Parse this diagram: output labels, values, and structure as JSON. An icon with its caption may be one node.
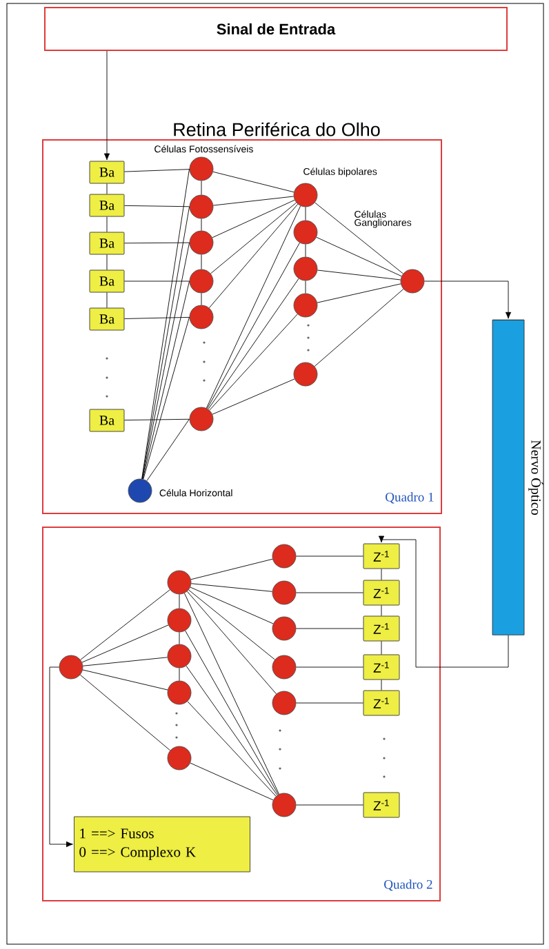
{
  "diagram": {
    "nodes": [
      {
        "text": [
          "Sinal de Entrada"
        ]
      },
      {
        "text": [
          "Retina Periférica do Olho",
          "Quadro 1"
        ]
      },
      {
        "text": [
          "Ba"
        ],
        "in": 1
      },
      {
        "text": [
          "Ba"
        ],
        "in": 1
      },
      {
        "text": [
          "Ba"
        ],
        "in": 1
      },
      {
        "text": [
          "Ba"
        ],
        "in": 1
      },
      {
        "text": [
          "Ba"
        ],
        "in": 1
      },
      {
        "text": [
          "Ba"
        ],
        "in": 1
      },
      {
        "text": [],
        "shape": "circle",
        "in": 1
      },
      {
        "text": [],
        "shape": "circle",
        "in": 1
      },
      {
        "text": [],
        "shape": "circle",
        "in": 1
      },
      {
        "text": [],
        "shape": "circle",
        "in": 1
      },
      {
        "text": [],
        "shape": "circle",
        "in": 1
      },
      {
        "text": [],
        "shape": "circle",
        "in": 1
      },
      {
        "text": [],
        "shape": "circle",
        "in": 1
      },
      {
        "text": [],
        "shape": "circle",
        "in": 1
      },
      {
        "text": [],
        "shape": "circle",
        "in": 1
      },
      {
        "text": [],
        "shape": "circle",
        "in": 1
      },
      {
        "text": [],
        "shape": "circle",
        "in": 1
      },
      {
        "text": [],
        "shape": "circle",
        "in": 1
      },
      {
        "text": [],
        "shape": "circle",
        "in": 1,
        "beside": [
          "Célula Horizontal"
        ]
      },
      {
        "text": [],
        "shape": "cylinder",
        "beside": [
          "Nervo Óptico"
        ]
      },
      {
        "text": [
          "Quadro 2"
        ]
      },
      {
        "text": [],
        "shape": "circle",
        "in": 22
      },
      {
        "text": [],
        "shape": "circle",
        "in": 22
      },
      {
        "text": [],
        "shape": "circle",
        "in": 22
      },
      {
        "text": [],
        "shape": "circle",
        "in": 22
      },
      {
        "text": [],
        "shape": "circle",
        "in": 22
      },
      {
        "text": [],
        "shape": "circle",
        "in": 22
      },
      {
        "text": [],
        "shape": "circle",
        "in": 22
      },
      {
        "text": [],
        "shape": "circle",
        "in": 22
      },
      {
        "text": [],
        "shape": "circle",
        "in": 22
      },
      {
        "text": [],
        "shape": "circle",
        "in": 22
      },
      {
        "text": [],
        "shape": "circle",
        "in": 22
      },
      {
        "text": [],
        "shape": "circle",
        "in": 22
      },
      {
        "text": [
          "Z$^{-1}$"
        ],
        "in": 22
      },
      {
        "text": [
          "Z$^{-1}$"
        ],
        "in": 22
      },
      {
        "text": [
          "Z$^{-1}$"
        ],
        "in": 22
      },
      {
        "text": [
          "Z$^{-1}$"
        ],
        "in": 22
      },
      {
        "text": [
          "Z$^{-1}$"
        ],
        "in": 22
      },
      {
        "text": [
          "Z$^{-1}$"
        ],
        "in": 22
      },
      {
        "text": [
          "1 ==> Fusos",
          "0 ==> Complexo K"
        ],
        "in": 22
      }
    ],
    "edges": [
      {
        "from": 0,
        "to": 2,
        "arrow": "to"
      },
      {
        "from": 2,
        "to": 3,
        "arrow": "none"
      },
      {
        "from": 3,
        "to": 4,
        "arrow": "none"
      },
      {
        "from": 4,
        "to": 5,
        "arrow": "none"
      },
      {
        "from": 5,
        "to": 6,
        "arrow": "none"
      },
      {
        "from": 2,
        "to": 8,
        "arrow": "none"
      },
      {
        "from": 3,
        "to": 9,
        "arrow": "none"
      },
      {
        "from": 4,
        "to": 10,
        "arrow": "none"
      },
      {
        "from": 5,
        "to": 11,
        "arrow": "none"
      },
      {
        "from": 6,
        "to": 12,
        "arrow": "none"
      },
      {
        "from": 7,
        "to": 13,
        "arrow": "none"
      },
      {
        "from": 8,
        "to": 9,
        "arrow": "none"
      },
      {
        "from": 9,
        "to": 10,
        "arrow": "none"
      },
      {
        "from": 10,
        "to": 11,
        "arrow": "none"
      },
      {
        "from": 11,
        "to": 12,
        "arrow": "none"
      },
      {
        "from": 8,
        "to": 14,
        "arrow": "none"
      },
      {
        "from": 9,
        "to": 14,
        "arrow": "none"
      },
      {
        "from": 10,
        "to": 14,
        "arrow": "none"
      },
      {
        "from": 11,
        "to": 14,
        "arrow": "none"
      },
      {
        "from": 12,
        "to": 14,
        "arrow": "none"
      },
      {
        "from": 13,
        "to": 14,
        "arrow": "none"
      },
      {
        "from": 13,
        "to": 15,
        "arrow": "none"
      },
      {
        "from": 13,
        "to": 16,
        "arrow": "none"
      },
      {
        "from": 13,
        "to": 17,
        "arrow": "none"
      },
      {
        "from": 13,
        "to": 18,
        "arrow": "none"
      },
      {
        "from": 20,
        "to": 8,
        "arrow": "none"
      },
      {
        "from": 20,
        "to": 9,
        "arrow": "none"
      },
      {
        "from": 20,
        "to": 10,
        "arrow": "none"
      },
      {
        "from": 20,
        "to": 11,
        "arrow": "none"
      },
      {
        "from": 20,
        "to": 12,
        "arrow": "none"
      },
      {
        "from": 20,
        "to": 13,
        "arrow": "none"
      },
      {
        "from": 14,
        "to": 15,
        "arrow": "none"
      },
      {
        "from": 15,
        "to": 16,
        "arrow": "none"
      },
      {
        "from": 16,
        "to": 17,
        "arrow": "none"
      },
      {
        "from": 14,
        "to": 19,
        "arrow": "none"
      },
      {
        "from": 15,
        "to": 19,
        "arrow": "none"
      },
      {
        "from": 16,
        "to": 19,
        "arrow": "none"
      },
      {
        "from": 17,
        "to": 19,
        "arrow": "none"
      },
      {
        "from": 18,
        "to": 19,
        "arrow": "none"
      },
      {
        "from": 19,
        "to": 21,
        "arrow": "to"
      },
      {
        "from": 21,
        "to": 35,
        "arrow": "to"
      },
      {
        "from": 23,
        "to": 41,
        "arrow": "to"
      },
      {
        "from": 23,
        "to": 24,
        "arrow": "none"
      },
      {
        "from": 23,
        "to": 25,
        "arrow": "none"
      },
      {
        "from": 23,
        "to": 26,
        "arrow": "none"
      },
      {
        "from": 23,
        "to": 27,
        "arrow": "none"
      },
      {
        "from": 23,
        "to": 28,
        "arrow": "none"
      },
      {
        "from": 24,
        "to": 25,
        "arrow": "none"
      },
      {
        "from": 25,
        "to": 26,
        "arrow": "none"
      },
      {
        "from": 26,
        "to": 27,
        "arrow": "none"
      },
      {
        "from": 24,
        "to": 29,
        "arrow": "none"
      },
      {
        "from": 24,
        "to": 30,
        "arrow": "none"
      },
      {
        "from": 24,
        "to": 31,
        "arrow": "none"
      },
      {
        "from": 24,
        "to": 32,
        "arrow": "none"
      },
      {
        "from": 24,
        "to": 33,
        "arrow": "none"
      },
      {
        "from": 24,
        "to": 34,
        "arrow": "none"
      },
      {
        "from": 25,
        "to": 34,
        "arrow": "none"
      },
      {
        "from": 26,
        "to": 34,
        "arrow": "none"
      },
      {
        "from": 27,
        "to": 34,
        "arrow": "none"
      },
      {
        "from": 28,
        "to": 34,
        "arrow": "none"
      },
      {
        "from": 29,
        "to": 35,
        "arrow": "none"
      },
      {
        "from": 30,
        "to": 36,
        "arrow": "none"
      },
      {
        "from": 31,
        "to": 37,
        "arrow": "none"
      },
      {
        "from": 32,
        "to": 38,
        "arrow": "none"
      },
      {
        "from": 33,
        "to": 39,
        "arrow": "none"
      },
      {
        "from": 34,
        "to": 40,
        "arrow": "none"
      },
      {
        "from": 35,
        "to": 36,
        "arrow": "none"
      },
      {
        "from": 36,
        "to": 37,
        "arrow": "none"
      },
      {
        "from": 37,
        "to": 38,
        "arrow": "none"
      },
      {
        "from": 38,
        "to": 39,
        "arrow": "none"
      }
    ],
    "labels": [
      "Células Fotossensíveis",
      "Células bipolares",
      "Células Ganglionares"
    ]
  }
}
